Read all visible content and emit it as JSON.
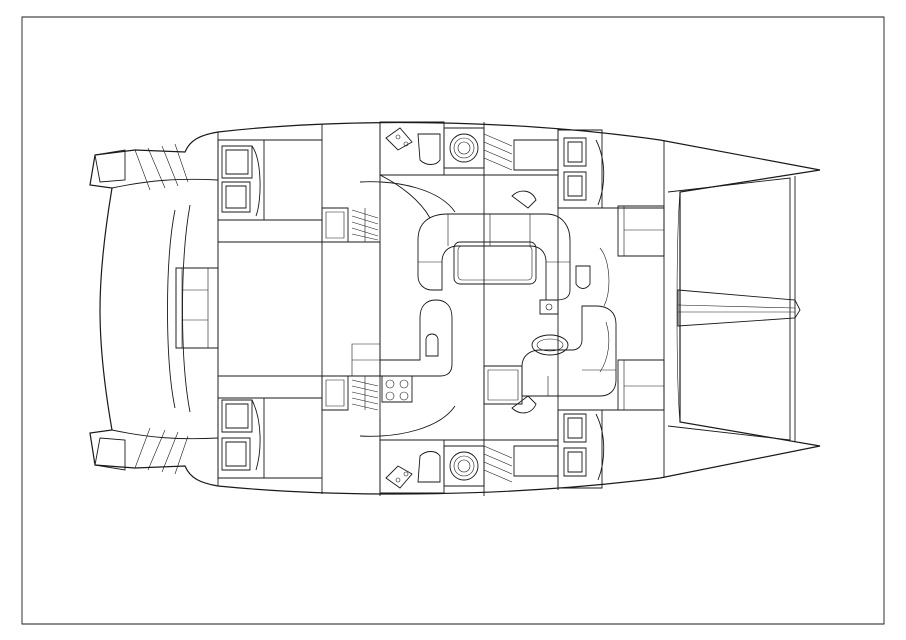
{
  "drawing": {
    "subject": "catamaran-deck-plan",
    "ink_color": "#1a1a1a",
    "paper_color": "#ffffff",
    "text_labels": []
  },
  "hulls": [
    {
      "id": "port-hull"
    },
    {
      "id": "starboard-hull"
    }
  ],
  "cabins": [
    {
      "id": "aft-cabin-top"
    },
    {
      "id": "aft-cabin-bottom"
    },
    {
      "id": "forward-cabin-top"
    },
    {
      "id": "forward-cabin-bottom"
    }
  ],
  "heads": [
    {
      "id": "head-top"
    },
    {
      "id": "head-bottom"
    }
  ],
  "saloon": {
    "features": [
      "u-shaped-settee",
      "saloon-table",
      "galley",
      "hob",
      "sink",
      "helm-seat",
      "nav-table"
    ]
  }
}
